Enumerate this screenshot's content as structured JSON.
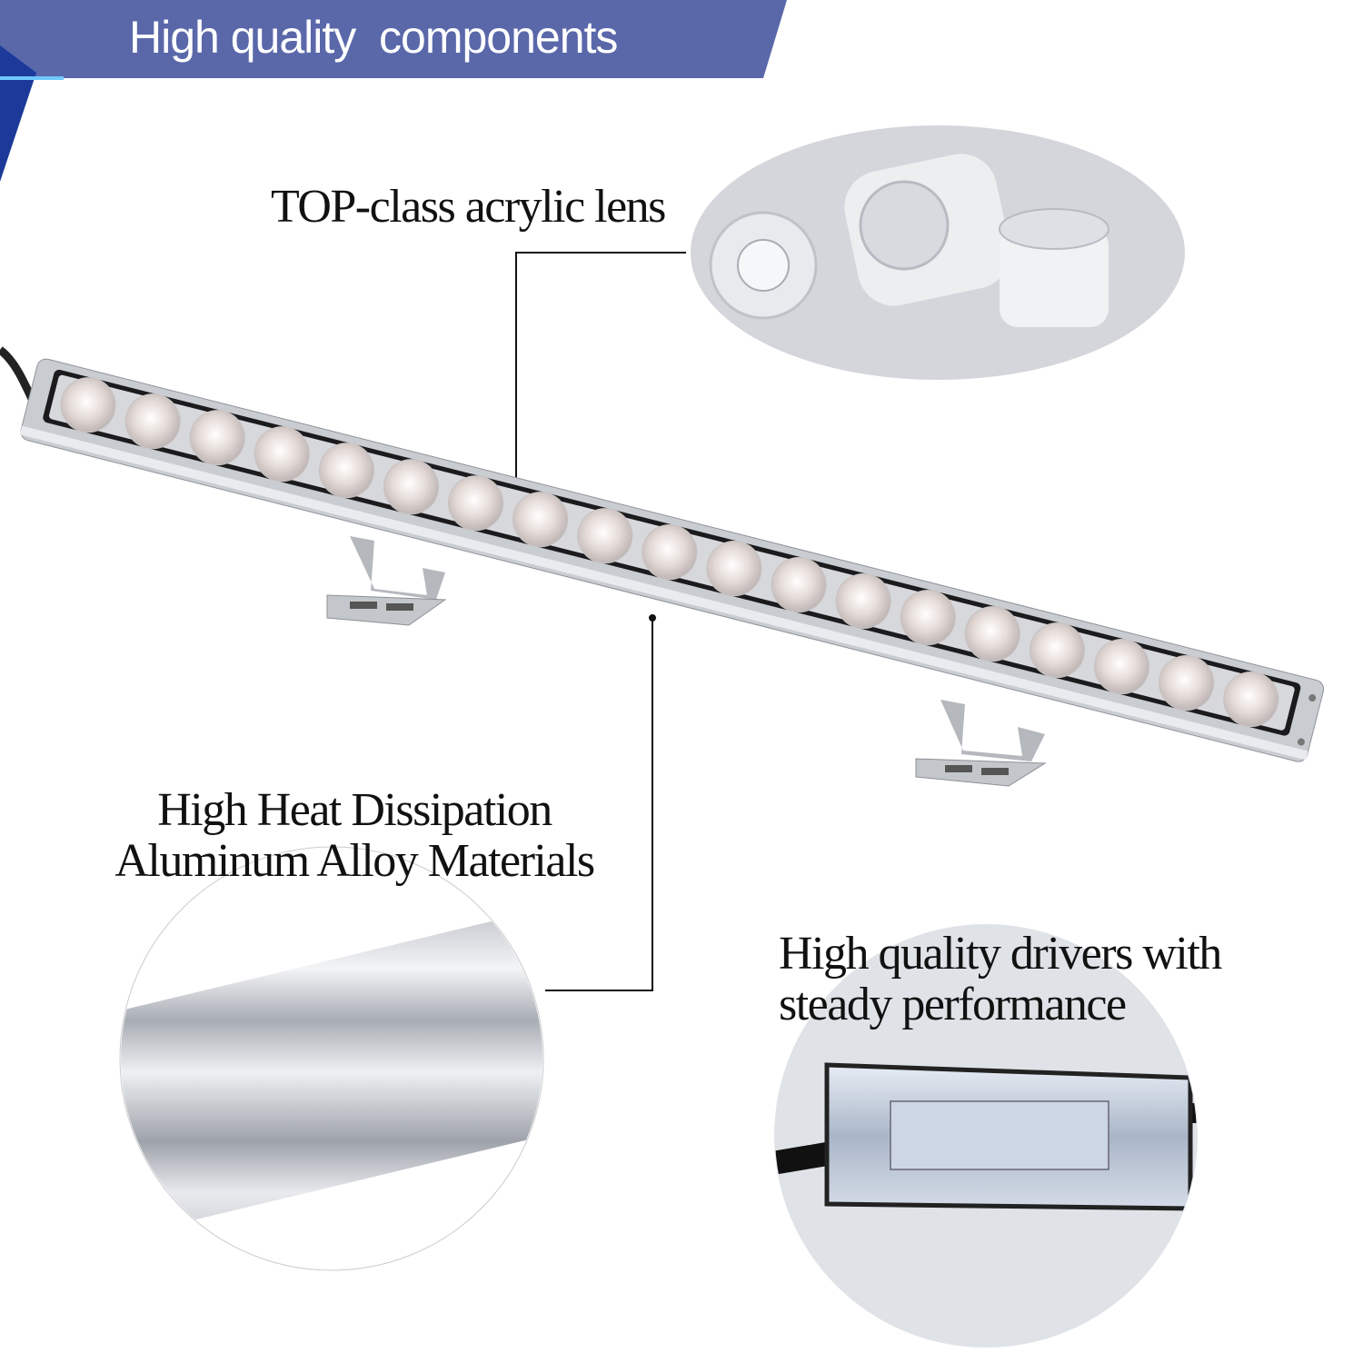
{
  "banner": {
    "title": "High quality  components",
    "color": "#5a68aa"
  },
  "callouts": {
    "lens": "TOP-class acrylic lens",
    "heat_line1": "High Heat Dissipation",
    "heat_line2": "Aluminum Alloy Materials",
    "driver_line1": "High quality drivers with",
    "driver_line2": "steady performance"
  },
  "product": {
    "led_count": 19
  }
}
